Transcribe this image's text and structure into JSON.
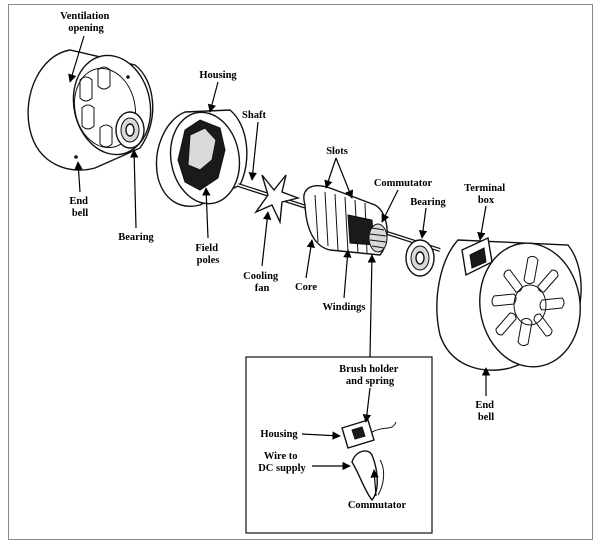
{
  "labels": {
    "ventilation_opening": [
      "Ventilation",
      "opening"
    ],
    "housing": "Housing",
    "shaft": "Shaft",
    "slots": "Slots",
    "commutator_top": "Commutator",
    "terminal_box": [
      "Terminal",
      "box"
    ],
    "bearing_right": "Bearing",
    "end_bell_left": [
      "End",
      "bell"
    ],
    "bearing_left": "Bearing",
    "field_poles": [
      "Field",
      "poles"
    ],
    "cooling_fan": [
      "Cooling",
      "fan"
    ],
    "core": "Core",
    "windings": "Windings",
    "end_bell_right": [
      "End",
      "bell"
    ]
  },
  "inset": {
    "brush_holder": [
      "Brush holder",
      "and spring"
    ],
    "housing": "Housing",
    "wire": [
      "Wire to",
      "DC supply"
    ],
    "commutator": "Commutator"
  }
}
